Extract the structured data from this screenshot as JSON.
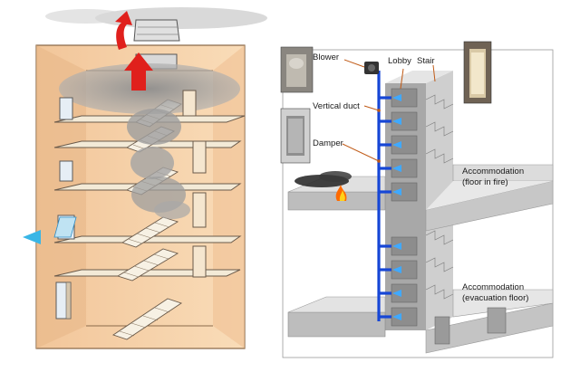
{
  "right_panel": {
    "labels": {
      "blower": "Blower",
      "lobby": "Lobby",
      "stair": "Stair",
      "vertical_duct": "Vertical duct",
      "damper": "Damper",
      "floor_in_fire_line1": "Accommodation",
      "floor_in_fire_line2": "(floor in fire)",
      "evacuation_floor_line1": "Accommodation",
      "evacuation_floor_line2": "(evacuation floor)"
    }
  },
  "colors": {
    "building_wall": "#f6d2a8",
    "smoke": "#a9a9a9",
    "flow_arrow": "#e0201c",
    "duct": "#1646d6",
    "fresh_air_arrow": "#39b6e6",
    "fire": "#ff6a00",
    "concrete": "#c9c9c9"
  }
}
